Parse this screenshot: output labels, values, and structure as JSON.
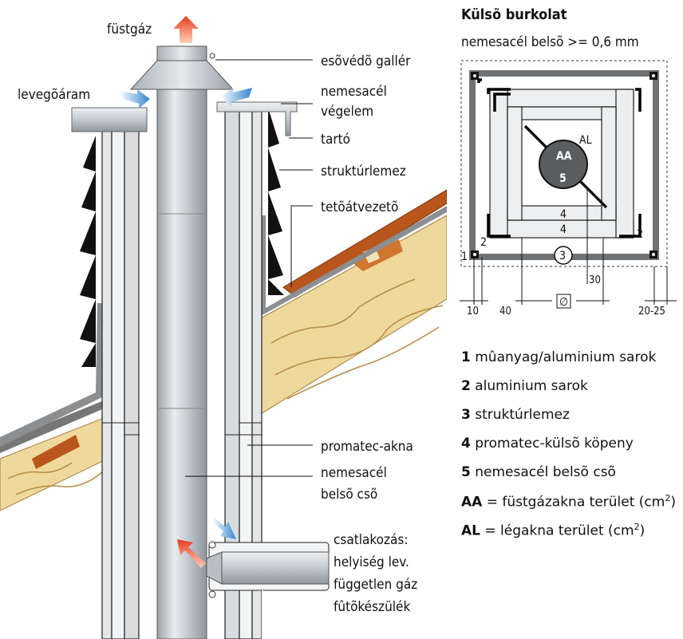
{
  "elevation": {
    "labels": {
      "flue_gas": "füstgáz",
      "air_flow": "levegõáram",
      "rain_collar": "esõvédõ gallér",
      "end_piece_1": "nemesacél",
      "end_piece_2": "végelem",
      "holder": "tartó",
      "structure_sheet": "struktúrlemez",
      "roof_pass": "tetõátvezetõ",
      "promatec_shaft": "promatec-akna",
      "inner_pipe_1": "nemesacél",
      "inner_pipe_2": "belsõ csõ",
      "connection_1": "csatlakozás:",
      "connection_2": "helyiség lev.",
      "connection_3": "független gáz",
      "connection_4": "fûtõkészülék"
    }
  },
  "section": {
    "title": "Külsõ burkolat",
    "subtitle": "nemesacél belsõ >= 0,6 mm",
    "inner_labels": {
      "al": "AL",
      "aa": "AA",
      "five": "5",
      "four_a": "4",
      "four_b": "4",
      "two_left": "2",
      "two_right": "2",
      "one": "1",
      "three": "3"
    },
    "dimensions": {
      "d30": "30",
      "d10": "10",
      "d40": "40",
      "diameter": "∅",
      "d2025": "20-25"
    }
  },
  "legend": [
    {
      "key": "1",
      "text": " mûanyag/aluminium sarok"
    },
    {
      "key": "2",
      "text": " aluminium sarok"
    },
    {
      "key": "3",
      "text": " struktúrlemez"
    },
    {
      "key": "4",
      "text": " promatec-külsõ köpeny"
    },
    {
      "key": "5",
      "text": " nemesacél belsõ csõ"
    },
    {
      "key": "AA",
      "text": " = füstgázakna terület (cm",
      "sup": "2",
      "end": ")"
    },
    {
      "key": "AL",
      "text": " = légakna terület (cm",
      "sup": "2",
      "end": ")"
    }
  ],
  "colors": {
    "pipe_steel": "#c9ced2",
    "wood": "#eed9a0",
    "copper": "#b8561c",
    "flue_arrow": "#e04a2a",
    "air_arrow": "#3b8fd6",
    "dark_panel": "#111111"
  }
}
